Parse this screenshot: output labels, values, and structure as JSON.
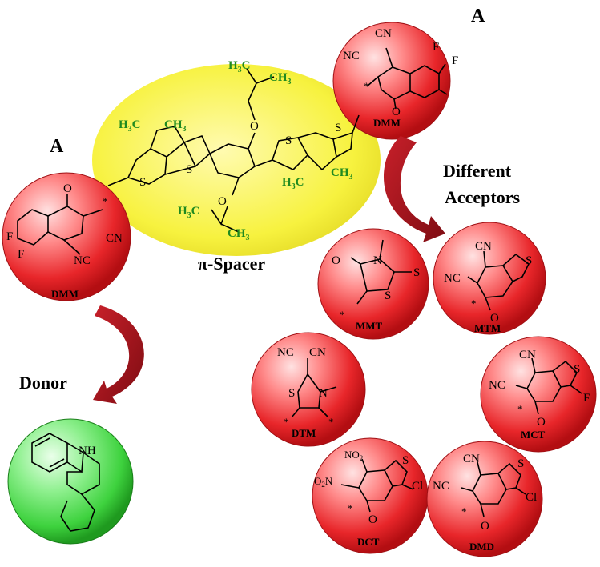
{
  "labels": {
    "acceptor_top": "A",
    "acceptor_left": "A",
    "spacer": "π-Spacer",
    "donor": "Donor",
    "different_acceptors": [
      "Different",
      "Acceptors"
    ]
  },
  "molecules": {
    "dmm_top": "DMM",
    "dmm_left": "DMM",
    "mmt": "MMT",
    "mtm": "MTM",
    "dtm": "DTM",
    "mct": "MCT",
    "dct": "DCT",
    "dmd": "DMD"
  },
  "atoms": {
    "cn": "CN",
    "nc": "NC",
    "f": "F",
    "o": "O",
    "s": "S",
    "n": "N",
    "nh": "NH",
    "cl": "Cl",
    "no2": "NO",
    "sub2": "2",
    "o2n": "O",
    "star": "*",
    "h3c": "H",
    "ch3": "CH",
    "three": "3",
    "c": "C"
  },
  "colors": {
    "acceptor_sphere": "#e8262a",
    "donor_sphere": "#3ed23e",
    "spacer_ellipse": "#f2ee3a",
    "arrow": "#a3141c",
    "alkyl_text": "#1f8a1f"
  }
}
